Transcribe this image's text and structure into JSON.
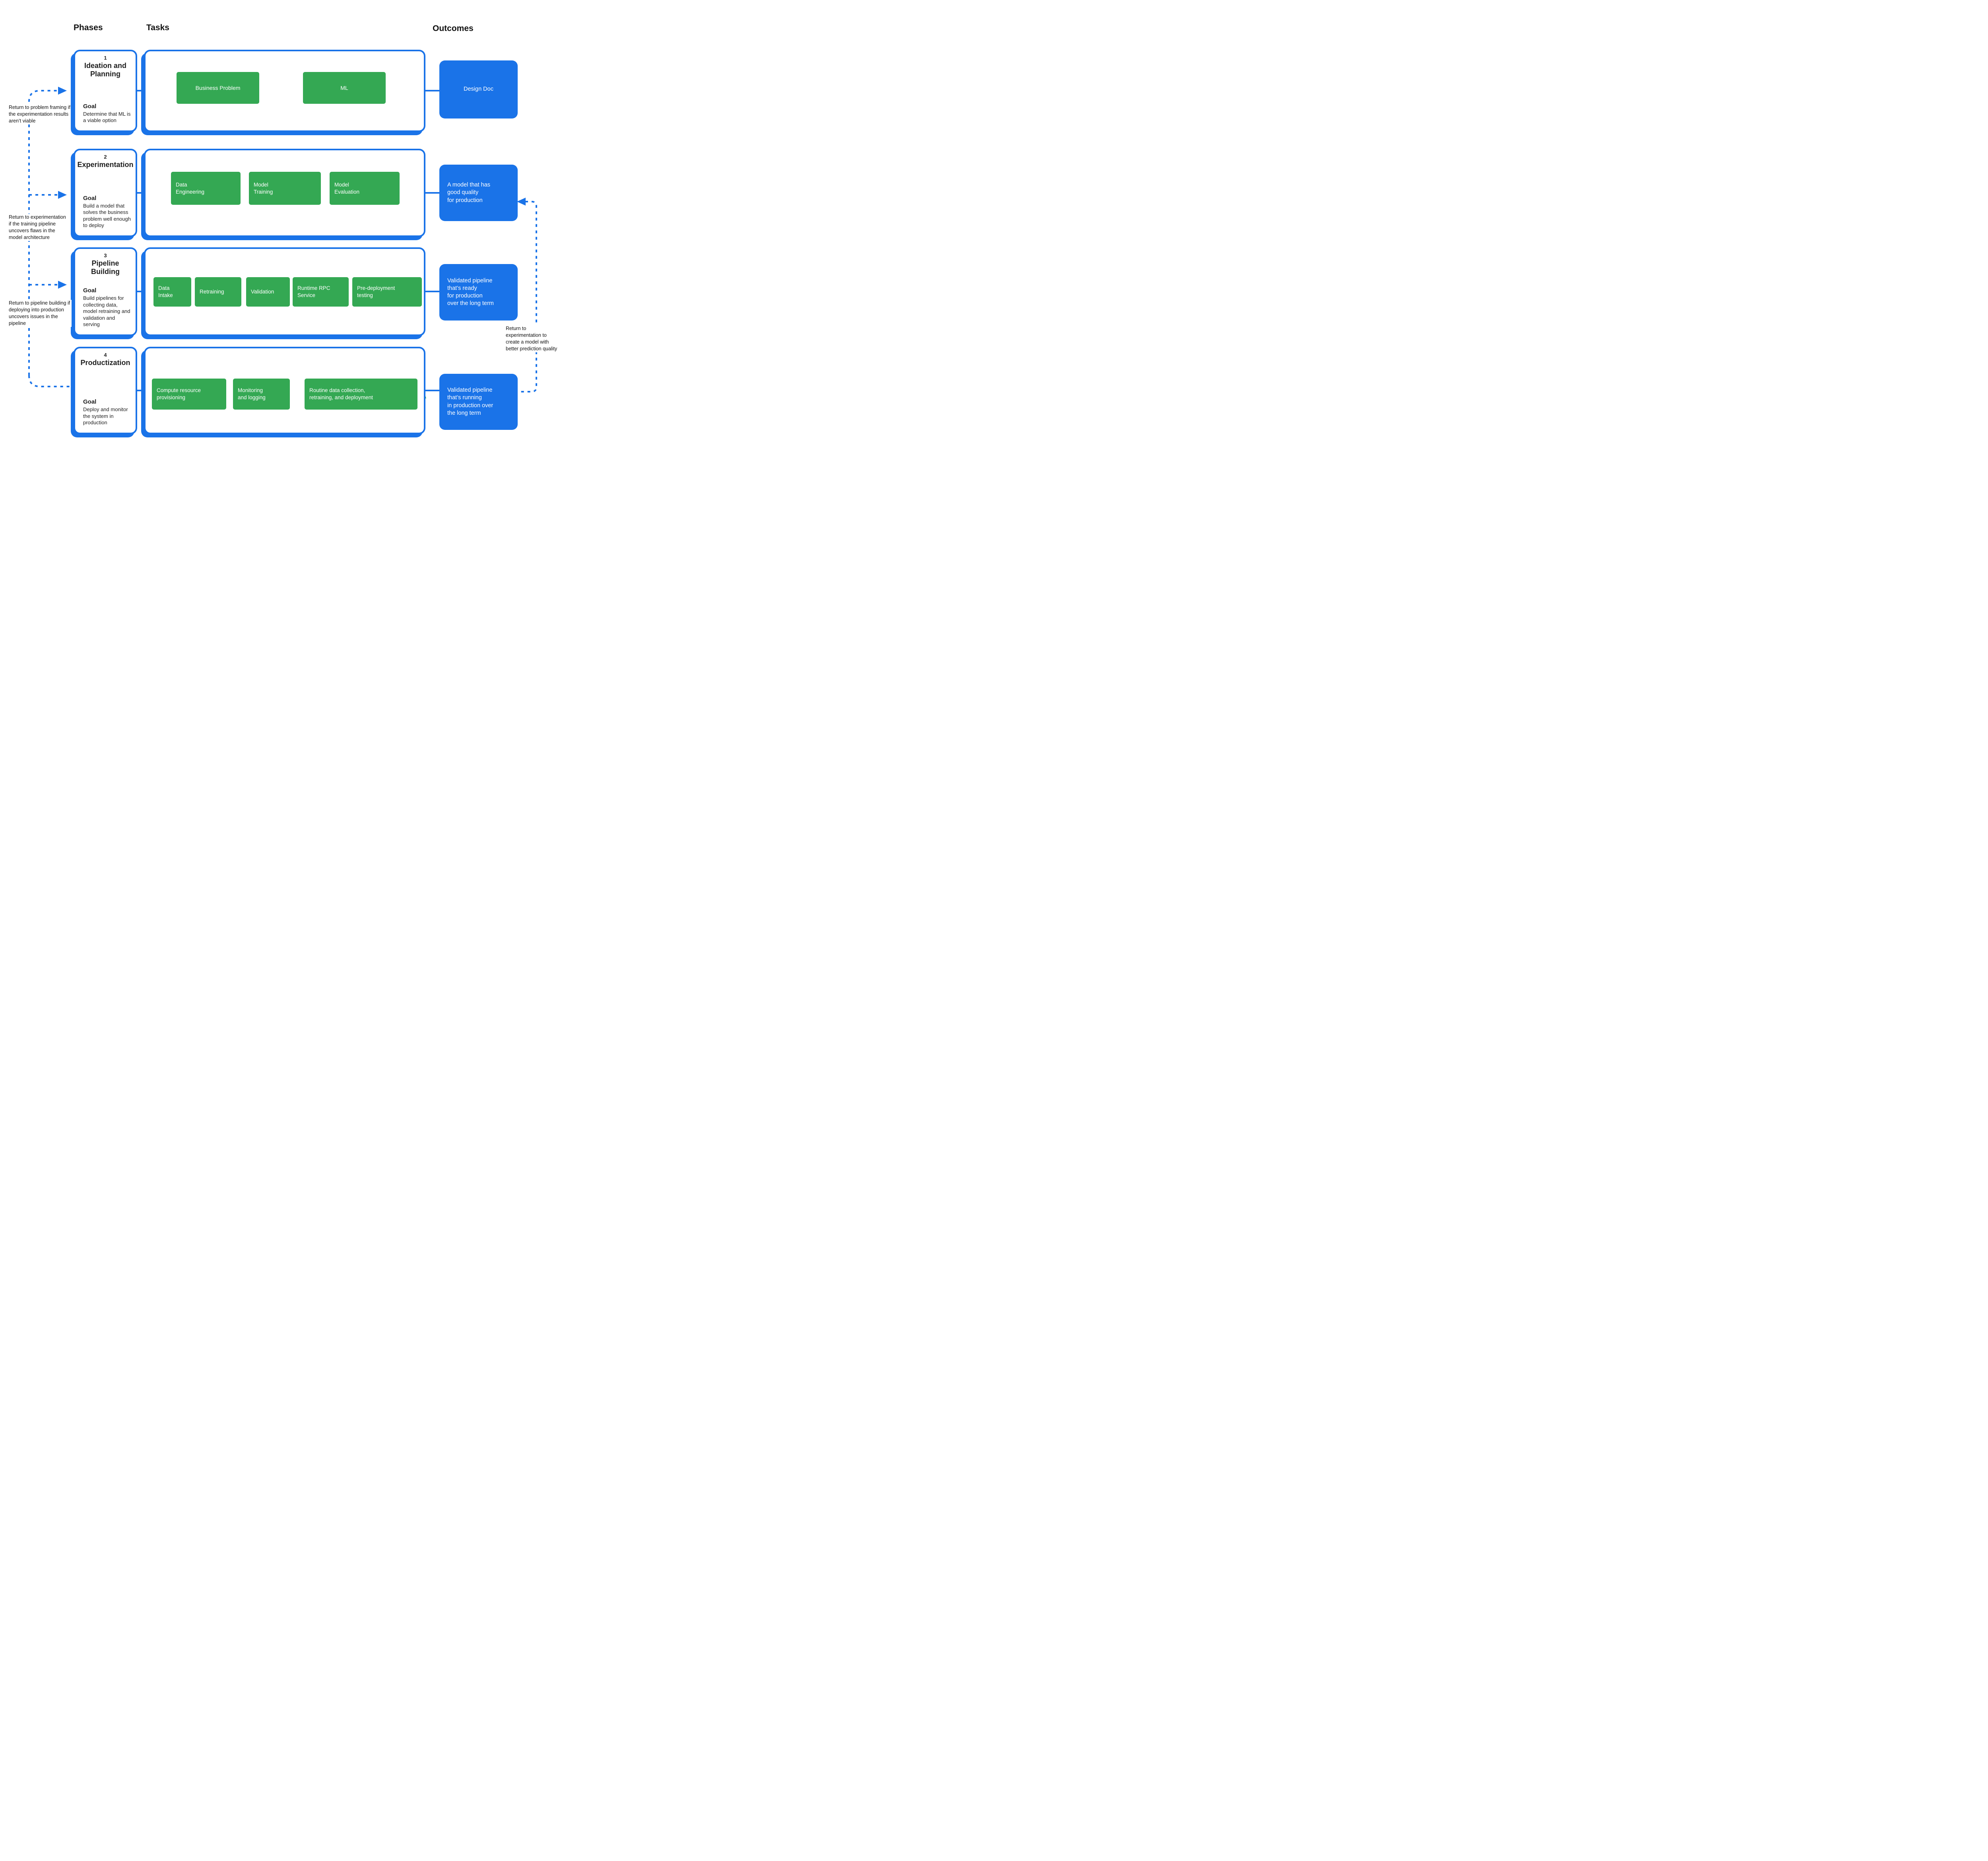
{
  "headers": {
    "phases": "Phases",
    "tasks": "Tasks",
    "outcomes": "Outcomes"
  },
  "colors": {
    "accent_blue": "#1a73e8",
    "accent_green": "#34a853",
    "text": "#1f1f1f"
  },
  "phases": [
    {
      "number": "1",
      "title": "Ideation and Planning",
      "goal_label": "Goal",
      "goal_text": "Determine that ML is a viable option",
      "tasks": [
        "Business Problem",
        "ML"
      ],
      "outcome": "Design Doc"
    },
    {
      "number": "2",
      "title": "Experimentation",
      "goal_label": "Goal",
      "goal_text": "Build a model that solves the business problem well enough to deploy",
      "tasks": [
        "Data\nEngineering",
        "Model\nTraining",
        "Model\nEvaluation"
      ],
      "outcome": "A model that has\ngood quality\nfor production"
    },
    {
      "number": "3",
      "title": "Pipeline Building",
      "goal_label": "Goal",
      "goal_text": "Build pipelines for collecting data, model retraining and validation and serving",
      "tasks": [
        "Data\nIntake",
        "Retraining",
        "Validation",
        "Runtime RPC\nService",
        "Pre-deployment\ntesting"
      ],
      "outcome": "Validated pipeline\nthat’s ready\nfor production\nover the long term"
    },
    {
      "number": "4",
      "title": "Productization",
      "goal_label": "Goal",
      "goal_text": "Deploy and monitor the system in production",
      "tasks": [
        "Compute resource\nprovisioning",
        "Monitoring\nand logging",
        "Routine data collection,\nretraining, and deployment"
      ],
      "outcome": "Validated pipeline\nthat’s running\nin production over\nthe long term"
    }
  ],
  "annotations": {
    "left1": "Return to problem framing if the experimentation results aren’t viable",
    "left2": "Return to experimentation if the training pipeline uncovers flaws in the model architecture",
    "left3": "Return to pipeline building if deploying into production uncovers issues in the pipeline",
    "right1": "Return to experimentation to create a model with better prediction quality"
  }
}
